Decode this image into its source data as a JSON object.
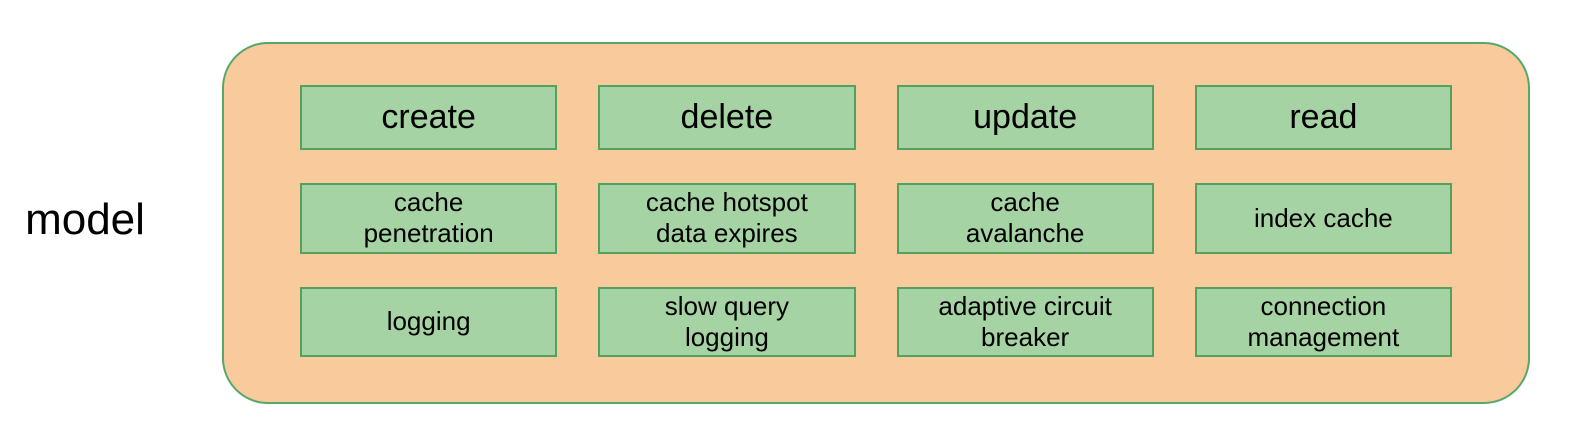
{
  "diagram": {
    "label": "model",
    "rows": [
      [
        "create",
        "delete",
        "update",
        "read"
      ],
      [
        "cache\npenetration",
        "cache hotspot\ndata expires",
        "cache\navalanche",
        "index cache"
      ],
      [
        "logging",
        "slow query\nlogging",
        "adaptive circuit\nbreaker",
        "connection\nmanagement"
      ]
    ]
  },
  "colors": {
    "container-fill": "#F9CB9C",
    "container-border": "#55A868",
    "box-fill": "#A6D3A4",
    "box-border": "#52A161"
  }
}
